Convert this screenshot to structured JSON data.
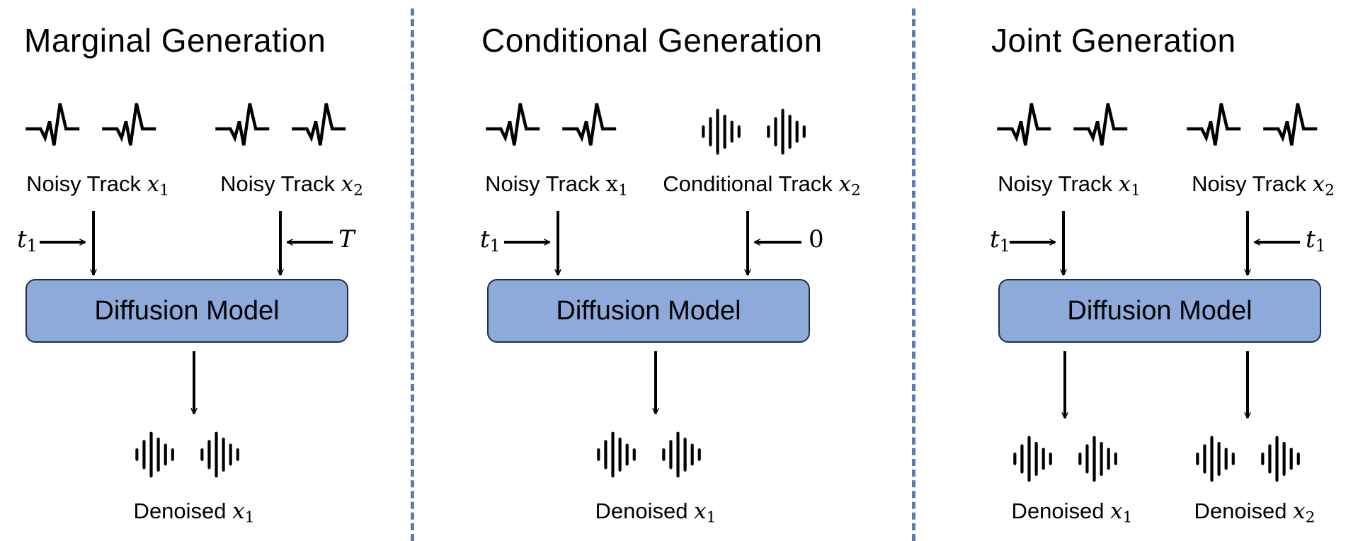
{
  "panels": [
    {
      "title": "Marginal Generation",
      "inputs": [
        {
          "label_text": "Noisy Track ",
          "var": "x",
          "sub": "1",
          "time_var": "t",
          "time_sub": "1"
        },
        {
          "label_text": "Noisy Track ",
          "var": "x",
          "sub": "2",
          "time_var": "T",
          "time_sub": ""
        }
      ],
      "model_label": "Diffusion Model",
      "outputs": [
        {
          "label_text": "Denoised ",
          "var": "x",
          "sub": "1"
        }
      ]
    },
    {
      "title": "Conditional Generation",
      "inputs": [
        {
          "label_text": "Noisy Track ",
          "var": "x",
          "sub": "1",
          "time_var": "t",
          "time_sub": "1"
        },
        {
          "label_text": "Conditional Track ",
          "var": "x",
          "sub": "2",
          "time_var": "0",
          "time_sub": ""
        }
      ],
      "model_label": "Diffusion Model",
      "outputs": [
        {
          "label_text": "Denoised ",
          "var": "x",
          "sub": "1"
        }
      ]
    },
    {
      "title": "Joint Generation",
      "inputs": [
        {
          "label_text": "Noisy Track ",
          "var": "x",
          "sub": "1",
          "time_var": "t",
          "time_sub": "1"
        },
        {
          "label_text": "Noisy Track ",
          "var": "x",
          "sub": "2",
          "time_var": "t",
          "time_sub": "1"
        }
      ],
      "model_label": "Diffusion Model",
      "outputs": [
        {
          "label_text": "Denoised ",
          "var": "x",
          "sub": "1"
        },
        {
          "label_text": "Denoised ",
          "var": "x",
          "sub": "2"
        }
      ]
    }
  ],
  "colors": {
    "model_fill": "#8eaadb",
    "model_border": "#1f2d40",
    "divider": "#5a7cb4"
  },
  "icons": {
    "noisy": "noisy-waveform-icon",
    "clean": "clean-waveform-icon"
  }
}
